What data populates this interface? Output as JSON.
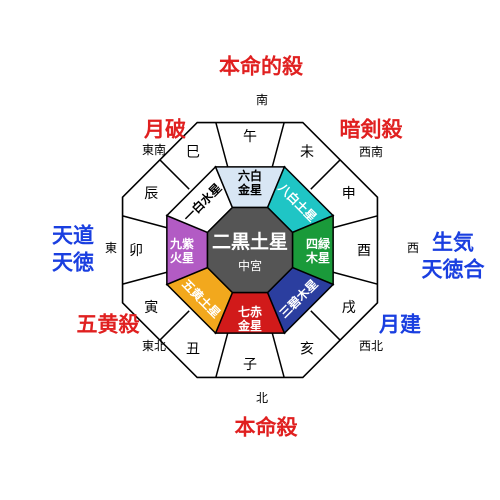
{
  "center": {
    "star": "二黒土星",
    "sub": "中宮",
    "color": "#555555"
  },
  "stars": [
    {
      "name": "north",
      "lines": [
        "七赤",
        "金星"
      ],
      "color": "#d11a1a",
      "text": "#ffffff",
      "rot": 0
    },
    {
      "name": "northeast",
      "text_value": "五黄土星",
      "color": "#f2a81d",
      "text": "#ffffff",
      "rot": 45
    },
    {
      "name": "east",
      "lines": [
        "九紫",
        "火星"
      ],
      "color": "#b25bc4",
      "text": "#ffffff",
      "rot": 0
    },
    {
      "name": "southeast",
      "text_value": "一白水星",
      "color": "#ffffff",
      "text": "#000000",
      "rot": -45
    },
    {
      "name": "south",
      "lines": [
        "六白",
        "金星"
      ],
      "color": "#d8e6f4",
      "text": "#000000",
      "rot": 0
    },
    {
      "name": "southwest",
      "text_value": "八白土星",
      "color": "#1fc5c5",
      "text": "#ffffff",
      "rot": 45
    },
    {
      "name": "west",
      "lines": [
        "四緑",
        "木星"
      ],
      "color": "#1a9a3a",
      "text": "#ffffff",
      "rot": 0
    },
    {
      "name": "northwest",
      "text_value": "三碧木星",
      "color": "#2b3e9f",
      "text": "#ffffff",
      "rot": -45
    }
  ],
  "branches": [
    "子",
    "丑",
    "寅",
    "卯",
    "辰",
    "巳",
    "午",
    "未",
    "申",
    "酉",
    "戌",
    "亥"
  ],
  "directions": {
    "n": "北",
    "ne": "東北",
    "e": "東",
    "se": "東南",
    "s": "南",
    "sw": "西南",
    "w": "西",
    "nw": "西北"
  },
  "labels": {
    "top": "本命的殺",
    "bottom": "本命殺",
    "upper_left": "月破",
    "upper_right": "暗剣殺",
    "left_1": "天道",
    "left_2": "天徳",
    "right_1": "生気",
    "right_2": "天徳合",
    "lower_left": "五黄殺",
    "lower_right": "月建"
  },
  "colors": {
    "red": "#e02020",
    "blue": "#1a3fe0"
  }
}
